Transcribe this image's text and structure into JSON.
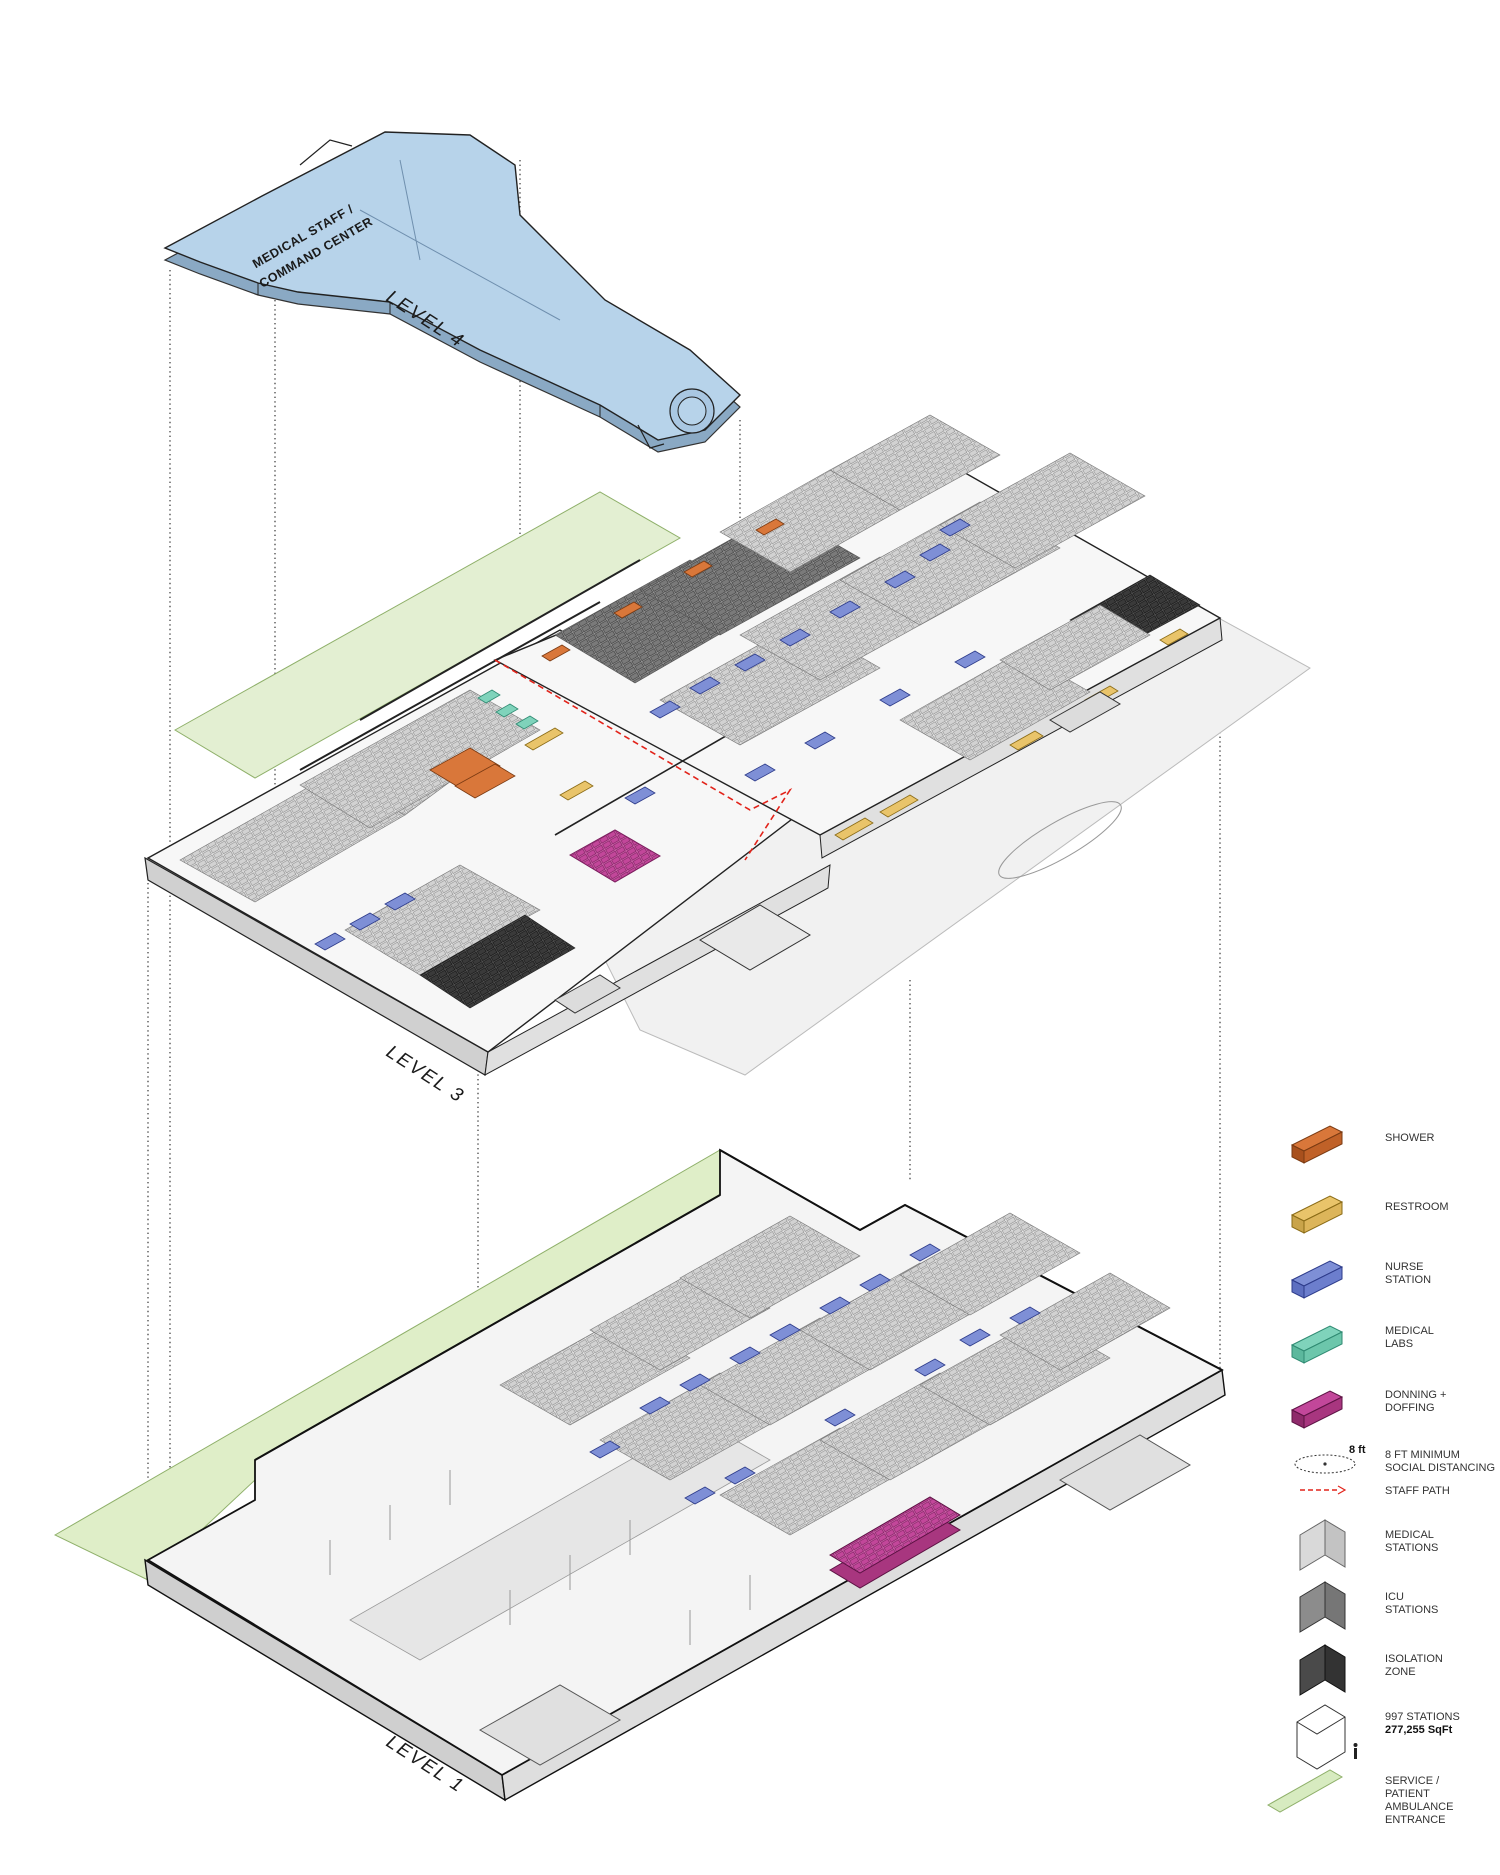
{
  "levels": {
    "level4": {
      "label": "LEVEL 4",
      "room_line1": "MEDICAL STAFF /",
      "room_line2": "COMMAND CENTER",
      "fill": "#b7d3ea"
    },
    "level3": {
      "label": "LEVEL 3"
    },
    "level1": {
      "label": "LEVEL 1"
    }
  },
  "legend": {
    "shower": {
      "line1": "SHOWER",
      "color": "#d9773a"
    },
    "restroom": {
      "line1": "RESTROOM",
      "color": "#e9c46a"
    },
    "nurse": {
      "line1": "NURSE",
      "line2": "STATION",
      "color": "#7e8fd6"
    },
    "labs": {
      "line1": "MEDICAL",
      "line2": "LABS",
      "color": "#7fd3bb"
    },
    "donning": {
      "line1": "DONNING +",
      "line2": "DOFFING",
      "color": "#c2479a"
    },
    "distancing": {
      "dim": "8 ft",
      "line1": "8 FT MINIMUM",
      "line2": "SOCIAL DISTANCING"
    },
    "staff_path": {
      "line1": "STAFF PATH",
      "color": "#e2231a"
    },
    "medical_stations": {
      "line1": "MEDICAL",
      "line2": "STATIONS",
      "color": "#d9d9d9"
    },
    "icu_stations": {
      "line1": "ICU",
      "line2": "STATIONS",
      "color": "#8c8c8c"
    },
    "isolation_zone": {
      "line1": "ISOLATION",
      "line2": "ZONE",
      "color": "#4a4a4a"
    },
    "totals": {
      "line1": "997 STATIONS",
      "line2": "277,255 SqFt"
    },
    "service": {
      "line1": "SERVICE /",
      "line2": "PATIENT",
      "line3": "AMBULANCE",
      "line4": "ENTRANCE",
      "color": "#d7ebc0"
    }
  }
}
